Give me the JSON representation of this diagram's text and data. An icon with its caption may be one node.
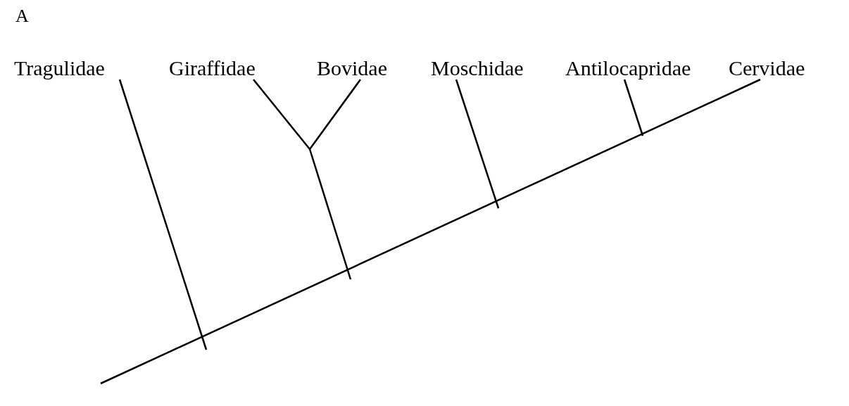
{
  "diagram": {
    "nodes": [
      {
        "text": [
          "Tragulidae"
        ]
      },
      {
        "text": [
          "Giraffidae"
        ]
      },
      {
        "text": [
          "Bovidae"
        ]
      },
      {
        "text": [
          "Moschidae"
        ]
      },
      {
        "text": [
          "Antilocapridae"
        ]
      },
      {
        "text": [
          "Cervidae"
        ]
      }
    ],
    "edges": [
      {
        "from": null,
        "to": 5,
        "arrow": "none"
      },
      {
        "from": null,
        "to": 0,
        "arrow": "none"
      },
      {
        "from": null,
        "to": 1,
        "arrow": "none"
      },
      {
        "from": null,
        "to": 2,
        "arrow": "none"
      },
      {
        "from": null,
        "to": 3,
        "arrow": "none"
      },
      {
        "from": null,
        "to": 4,
        "arrow": "none"
      }
    ],
    "labels": [
      "A"
    ]
  }
}
